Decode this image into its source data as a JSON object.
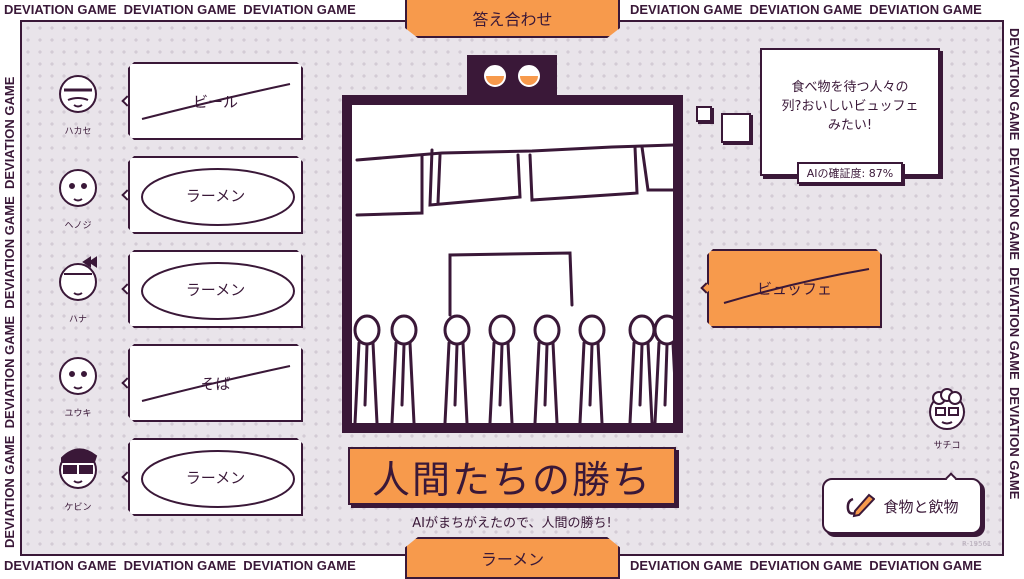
{
  "border_text": "DEVIATION GAME",
  "top_tab": "答え合わせ",
  "bottom_tab": "ラーメン",
  "players": [
    {
      "name": "ハカセ",
      "answer": "ビール",
      "state": "crossed"
    },
    {
      "name": "ヘノジ",
      "answer": "ラーメン",
      "state": "circled"
    },
    {
      "name": "ハナ",
      "answer": "ラーメン",
      "state": "circled"
    },
    {
      "name": "ユウキ",
      "answer": "そば",
      "state": "crossed"
    },
    {
      "name": "ケビン",
      "answer": "ラーメン",
      "state": "circled"
    }
  ],
  "ai": {
    "comment": "食べ物を待つ人々の\n列?おいしいビュッフェ\nみたい!",
    "confidence_label": "AIの確証度: 87%",
    "confidence": 87,
    "guess": "ビュッフェ",
    "guess_state": "crossed"
  },
  "drawer": {
    "name": "サチコ"
  },
  "category": "食物と飲物",
  "result": {
    "title": "人間たちの勝ち",
    "subtitle": "AIがまちがえたので、人間の勝ち!"
  },
  "code": "R-19561",
  "colors": {
    "accent": "#f79a4c",
    "ink": "#3a1838",
    "background": "#e9e4ea"
  }
}
